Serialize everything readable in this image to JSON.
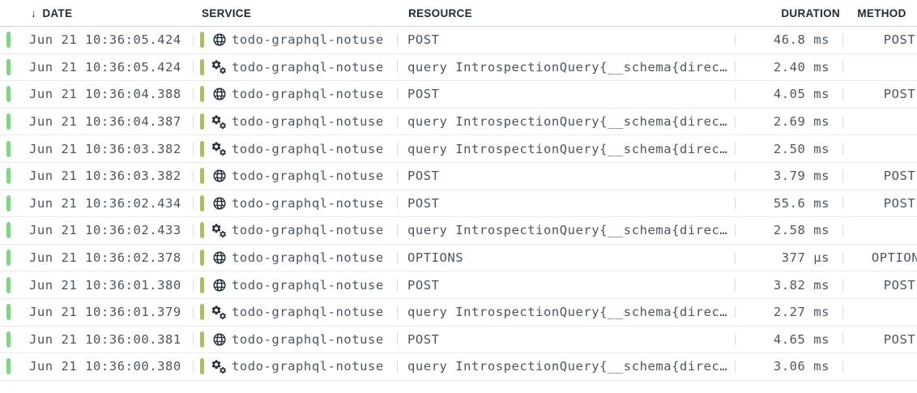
{
  "header": {
    "sort_icon": "↓",
    "columns": {
      "date": "DATE",
      "service": "SERVICE",
      "resource": "RESOURCE",
      "duration": "DURATION",
      "method": "METHOD"
    }
  },
  "colors": {
    "status_bar": "#80d584",
    "service_bar": "#b2be4e",
    "icon": "#242f3a"
  },
  "rows": [
    {
      "date": "Jun 21 10:36:05.424",
      "service": "todo-graphql-notuse",
      "service_icon": "globe-icon",
      "resource": "POST",
      "duration": "46.8 ms",
      "method": "POST"
    },
    {
      "date": "Jun 21 10:36:05.424",
      "service": "todo-graphql-notuse",
      "service_icon": "gears-icon",
      "resource": "query IntrospectionQuery{__schema{direc…",
      "duration": "2.40 ms",
      "method": ""
    },
    {
      "date": "Jun 21 10:36:04.388",
      "service": "todo-graphql-notuse",
      "service_icon": "globe-icon",
      "resource": "POST",
      "duration": "4.05 ms",
      "method": "POST"
    },
    {
      "date": "Jun 21 10:36:04.387",
      "service": "todo-graphql-notuse",
      "service_icon": "gears-icon",
      "resource": "query IntrospectionQuery{__schema{direc…",
      "duration": "2.69 ms",
      "method": ""
    },
    {
      "date": "Jun 21 10:36:03.382",
      "service": "todo-graphql-notuse",
      "service_icon": "gears-icon",
      "resource": "query IntrospectionQuery{__schema{direc…",
      "duration": "2.50 ms",
      "method": ""
    },
    {
      "date": "Jun 21 10:36:03.382",
      "service": "todo-graphql-notuse",
      "service_icon": "globe-icon",
      "resource": "POST",
      "duration": "3.79 ms",
      "method": "POST"
    },
    {
      "date": "Jun 21 10:36:02.434",
      "service": "todo-graphql-notuse",
      "service_icon": "globe-icon",
      "resource": "POST",
      "duration": "55.6 ms",
      "method": "POST"
    },
    {
      "date": "Jun 21 10:36:02.433",
      "service": "todo-graphql-notuse",
      "service_icon": "gears-icon",
      "resource": "query IntrospectionQuery{__schema{direc…",
      "duration": "2.58 ms",
      "method": ""
    },
    {
      "date": "Jun 21 10:36:02.378",
      "service": "todo-graphql-notuse",
      "service_icon": "globe-icon",
      "resource": "OPTIONS",
      "duration": "377 µs",
      "method": "OPTIONS"
    },
    {
      "date": "Jun 21 10:36:01.380",
      "service": "todo-graphql-notuse",
      "service_icon": "globe-icon",
      "resource": "POST",
      "duration": "3.82 ms",
      "method": "POST"
    },
    {
      "date": "Jun 21 10:36:01.379",
      "service": "todo-graphql-notuse",
      "service_icon": "gears-icon",
      "resource": "query IntrospectionQuery{__schema{direc…",
      "duration": "2.27 ms",
      "method": ""
    },
    {
      "date": "Jun 21 10:36:00.381",
      "service": "todo-graphql-notuse",
      "service_icon": "globe-icon",
      "resource": "POST",
      "duration": "4.65 ms",
      "method": "POST"
    },
    {
      "date": "Jun 21 10:36:00.380",
      "service": "todo-graphql-notuse",
      "service_icon": "gears-icon",
      "resource": "query IntrospectionQuery{__schema{direc…",
      "duration": "3.06 ms",
      "method": ""
    }
  ]
}
